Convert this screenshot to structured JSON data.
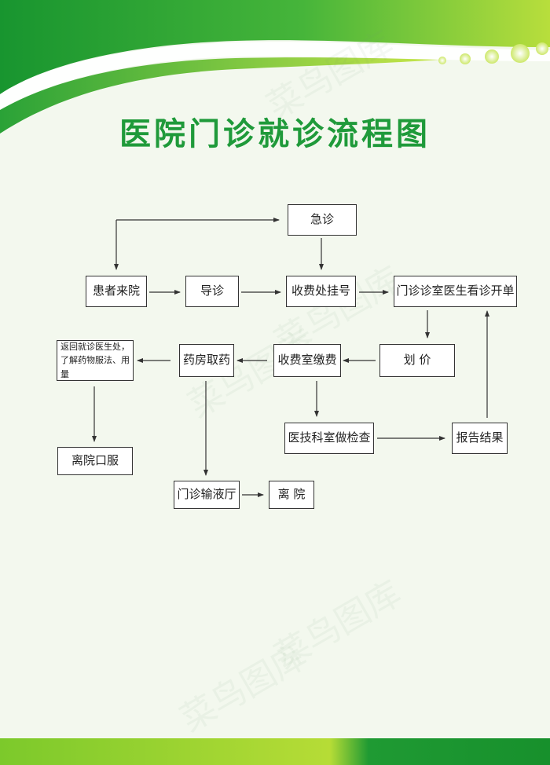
{
  "title": "医院门诊就诊流程图",
  "watermark": "菜鸟图库",
  "colors": {
    "title": "#1f9a3a",
    "green_dark": "#1c9a34",
    "green_light": "#9fd12c",
    "node_border": "#333333",
    "arrow": "#333333"
  },
  "nodes": {
    "emergency": "急诊",
    "patient_arrival": "患者来院",
    "guidance": "导诊",
    "registration": "收费处挂号",
    "doctor_consult": "门诊诊室医生看诊开单",
    "pricing": "划 价",
    "payment": "收费室缴费",
    "pharmacy": "药房取药",
    "return_to_doctor": "返回就诊医生处，\n了解药物服法、用量",
    "leave_oral": "离院口服",
    "medical_tech_exam": "医技科室做检查",
    "report_result": "报告结果",
    "infusion_hall": "门诊输液厅",
    "leave_hospital": "离 院"
  }
}
